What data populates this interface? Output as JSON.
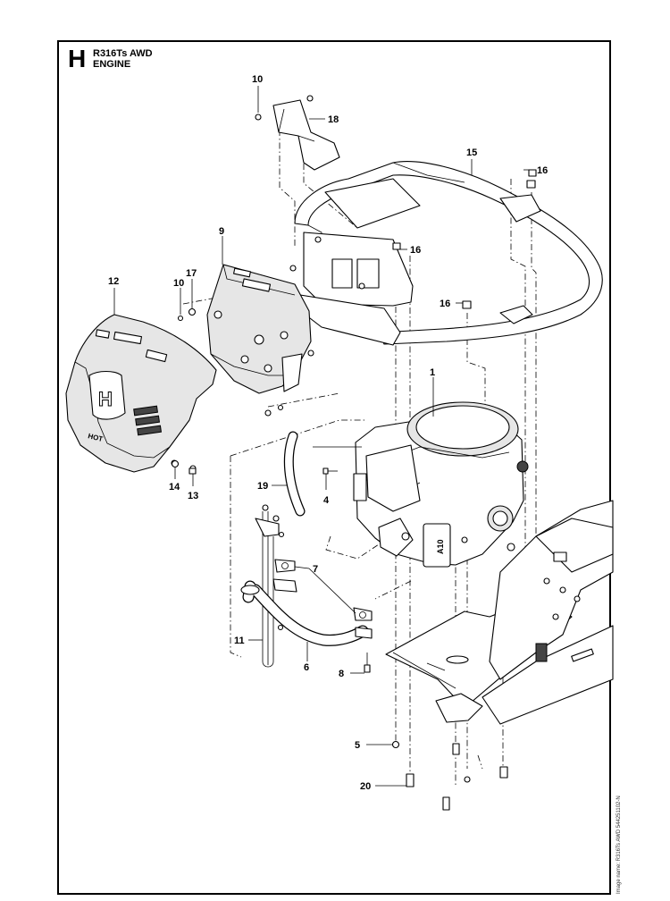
{
  "header": {
    "section_letter": "H",
    "model": "R316Ts AWD",
    "section": "ENGINE"
  },
  "side_note": "Image name: R316Ts AWD 544251102-N",
  "callouts": [
    {
      "id": "c1",
      "label": "1"
    },
    {
      "id": "c4",
      "label": "4"
    },
    {
      "id": "c5",
      "label": "5"
    },
    {
      "id": "c6",
      "label": "6"
    },
    {
      "id": "c7",
      "label": "7"
    },
    {
      "id": "c8",
      "label": "8"
    },
    {
      "id": "c9",
      "label": "9"
    },
    {
      "id": "c10a",
      "label": "10"
    },
    {
      "id": "c10b",
      "label": "10"
    },
    {
      "id": "c11",
      "label": "11"
    },
    {
      "id": "c12",
      "label": "12"
    },
    {
      "id": "c13",
      "label": "13"
    },
    {
      "id": "c14",
      "label": "14"
    },
    {
      "id": "c15",
      "label": "15"
    },
    {
      "id": "c16a",
      "label": "16"
    },
    {
      "id": "c16b",
      "label": "16"
    },
    {
      "id": "c16c",
      "label": "16"
    },
    {
      "id": "c17",
      "label": "17"
    },
    {
      "id": "c18",
      "label": "18"
    },
    {
      "id": "c19",
      "label": "19"
    },
    {
      "id": "c20",
      "label": "20"
    }
  ],
  "hood_emblem": "H",
  "hood_badge": "HOT",
  "engine_badge": "A10"
}
